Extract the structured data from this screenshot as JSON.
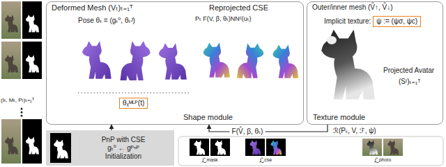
{
  "diagram": {
    "nodes": [
      {
        "text": [
          "Shape module"
        ]
      },
      {
        "text": [
          "θᵪᴹᴸᴾ(t)"
        ],
        "in": 0
      },
      {
        "text": [
          "Texture module"
        ]
      },
      {
        "text": [
          "Implicit texture:",
          "ψ := (ψσ, ψc)"
        ],
        "in": 2
      },
      {
        "text": [
          "PnP with CSE",
          "gₜ⁰ ← gᴾⁿᴾ",
          "Initialization"
        ]
      }
    ],
    "edges": [
      {
        "from": 2,
        "to": 0,
        "label": "F(V̂, β, θₜ)",
        "arrow": "to"
      },
      {
        "from": 4,
        "to": 0,
        "arrow": "to"
      }
    ],
    "labels": [
      "(Iₜ, Mₜ, Pₜ)ₜ₌₁ᵀ",
      "Deformed Mesh (Vₜ)ₜ₌₁ᵀ",
      "Pose θₜ = (gₜ⁰, θₜᴶ)",
      "Reprojected CSE",
      "Pₜ F(V, β, θₜ)NNᶜ(uₜ)",
      "Outer/inner mesh (V̂↑, V̂↓)",
      "Projected Avatar",
      "(Sᵗ)ₜ₌₁ᵀ",
      "ℛ(Pₜ, V, ℱ, ψ)",
      "ℒᵐᵃˢᵏ",
      "ℒᶜˢᵉ",
      "ℒᵖʰᵒᵗᵒ"
    ]
  }
}
